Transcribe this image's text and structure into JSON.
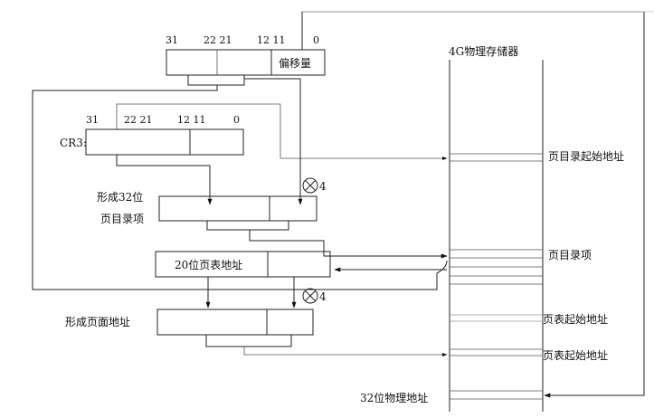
{
  "vaddr": {
    "bits": [
      "31",
      "22 21",
      "12 11",
      "0"
    ],
    "offset_label": "偏移量"
  },
  "cr3": {
    "label": "CR3:",
    "bits": [
      "31",
      "22 21",
      "12 11",
      "0"
    ]
  },
  "form32": {
    "line1": "形成32位",
    "line2": "页目录项"
  },
  "times4": "4",
  "pt_addr_label": "20位页表地址",
  "page_addr_label": "形成页面地址",
  "memory": {
    "title": "4G物理存储器",
    "labels": [
      "页目录起始地址",
      "页目录项",
      "页表起始地址",
      "页表起始地址",
      "32位物理地址"
    ]
  }
}
